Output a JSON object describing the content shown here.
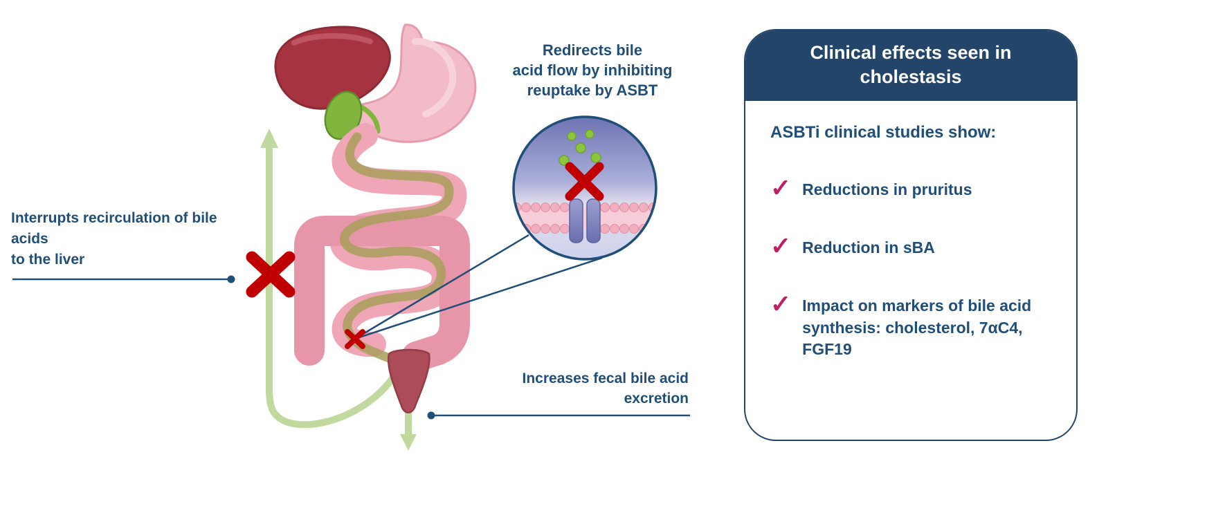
{
  "colors": {
    "navy": "#1f4e79",
    "panel_header_bg": "#23456a",
    "check_pink": "#bf1d66",
    "cross_red": "#c00000",
    "arrow_green": "#c1d89e",
    "liver_red": "#a63440",
    "gallbladder_green": "#82b53e",
    "intestine_pink": "#efa6b7"
  },
  "diagram": {
    "labels": {
      "redirects": "Redirects bile\nacid flow by inhibiting\nreuptake by ASBT",
      "interrupts": "Interrupts recirculation of bile\nacids\nto the liver",
      "increases": "Increases fecal bile acid\nexcretion"
    }
  },
  "panel": {
    "title": "Clinical effects seen in\ncholestasis",
    "intro": "ASBTi clinical studies show:",
    "check_glyph": "✓",
    "items": [
      "Reductions in pruritus",
      "Reduction in sBA",
      "Impact on markers of bile acid\nsynthesis: cholesterol, 7αC4,\nFGF19"
    ]
  }
}
